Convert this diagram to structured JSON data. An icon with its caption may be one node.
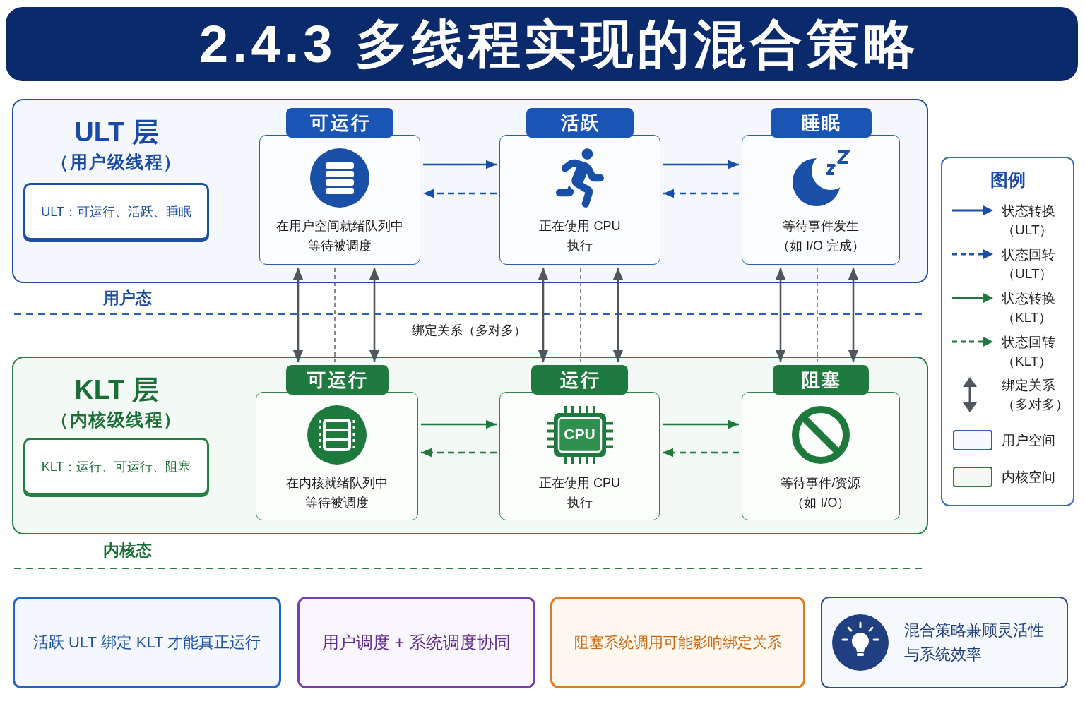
{
  "diagram": {
    "title": "2.4.3 多线程实现的混合策略",
    "nodes": [
      {
        "text": [
          "ULT 层",
          "（用户级线程）"
        ]
      },
      {
        "text": [
          "ULT：可运行、活跃、睡眠"
        ],
        "in": 0
      },
      {
        "text": [
          "可运行",
          "在用户空间就绪队列中等待被调度"
        ],
        "in": 0
      },
      {
        "text": [
          "活跃",
          "正在使用 CPU 执行"
        ],
        "in": 0
      },
      {
        "text": [
          "睡眠",
          "等待事件发生（如 I/O 完成）"
        ],
        "in": 0
      },
      {
        "text": [
          "KLT 层",
          "（内核级线程）"
        ]
      },
      {
        "text": [
          "KLT：运行、可运行、阻塞"
        ],
        "in": 5
      },
      {
        "text": [
          "可运行",
          "在内核就绪队列中等待被调度"
        ],
        "in": 5
      },
      {
        "text": [
          "运行",
          "正在使用 CPU 执行"
        ],
        "in": 5
      },
      {
        "text": [
          "阻塞",
          "等待事件/资源（如 I/O）"
        ],
        "in": 5
      },
      {
        "text": [
          "活跃 ULT 绑定 KLT 才能真正运行"
        ]
      },
      {
        "text": [
          "用户调度 + 系统调度协同"
        ]
      },
      {
        "text": [
          "阻塞系统调用可能影响绑定关系"
        ]
      },
      {
        "text": [
          "混合策略兼顾灵活性与系统效率"
        ]
      }
    ],
    "edges": [
      {
        "from": 2,
        "to": 3,
        "arrow": "to",
        "color": "#1a4fa8"
      },
      {
        "from": 3,
        "to": 2,
        "arrow": "to",
        "style": "dashed",
        "color": "#1a4fa8"
      },
      {
        "from": 3,
        "to": 4,
        "arrow": "to",
        "color": "#1a4fa8"
      },
      {
        "from": 4,
        "to": 3,
        "arrow": "to",
        "style": "dashed",
        "color": "#1a4fa8"
      },
      {
        "from": 2,
        "to": 7,
        "arrow": "both"
      },
      {
        "from": 2,
        "to": 7,
        "arrow": "none",
        "style": "dashed"
      },
      {
        "from": 2,
        "to": 7,
        "arrow": "both"
      },
      {
        "from": 3,
        "to": 8,
        "arrow": "both"
      },
      {
        "from": 3,
        "to": 8,
        "arrow": "none",
        "style": "dashed"
      },
      {
        "from": 3,
        "to": 8,
        "arrow": "both"
      },
      {
        "from": 4,
        "to": 9,
        "arrow": "both"
      },
      {
        "from": 4,
        "to": 9,
        "arrow": "none",
        "style": "dashed"
      },
      {
        "from": 4,
        "to": 9,
        "arrow": "both"
      },
      {
        "from": 7,
        "to": 8,
        "arrow": "to",
        "color": "#1e7a3c"
      },
      {
        "from": 8,
        "to": 7,
        "arrow": "to",
        "style": "dashed",
        "color": "#1e7a3c"
      },
      {
        "from": 8,
        "to": 9,
        "arrow": "to",
        "color": "#1e7a3c"
      },
      {
        "from": 9,
        "to": 8,
        "arrow": "to",
        "style": "dashed",
        "color": "#1e7a3c"
      }
    ],
    "labels": [
      "用户态",
      "绑定关系（多对多）",
      "CPU",
      "内核态",
      "图例"
    ],
    "legend": [
      {
        "text": "状态转换（ULT）"
      },
      {
        "text": "状态回转（ULT）"
      },
      {
        "text": "状态转换（KLT）"
      },
      {
        "text": "状态回转（KLT）"
      },
      {
        "text": "绑定关系（多对多）"
      },
      {
        "text": "用户空间"
      },
      {
        "text": "内核空间"
      }
    ]
  }
}
